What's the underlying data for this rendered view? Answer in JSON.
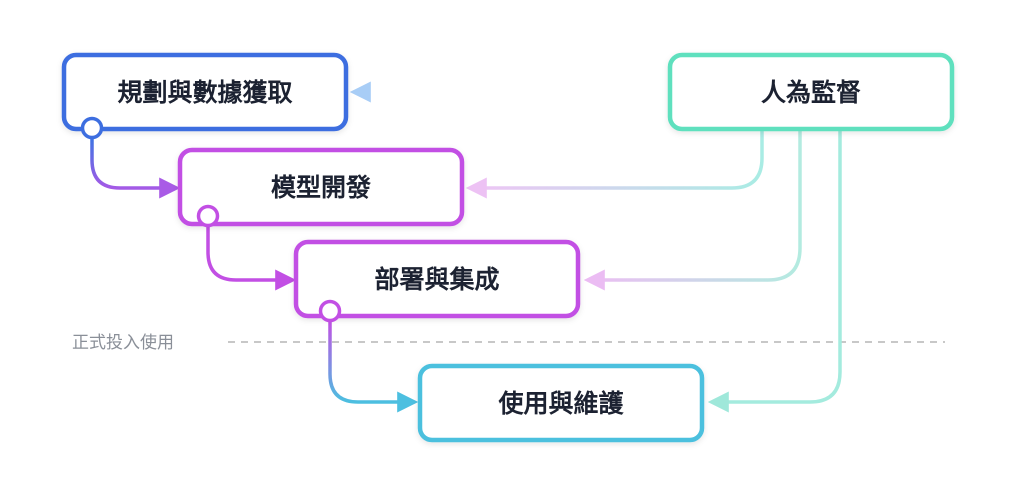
{
  "stages": {
    "planning": "規劃與數據獲取",
    "development": "模型開發",
    "deployment": "部署與集成",
    "operations": "使用與維護"
  },
  "oversight": "人為監督",
  "production_label": "正式投入使用",
  "colors": {
    "planning": "#3d6ee0",
    "development": "#c24fe4",
    "deployment": "#c24fe4",
    "operations": "#4cc0de",
    "oversight": "#5fe0be",
    "divider": "#b6b6b6"
  }
}
